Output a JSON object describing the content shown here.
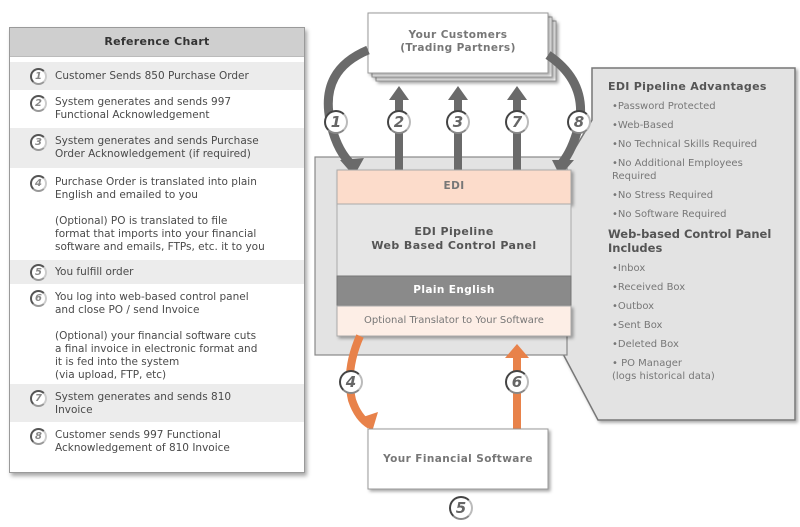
{
  "reference_chart": {
    "title": "Reference Chart",
    "steps": [
      {
        "num": "1",
        "text": "Customer Sends 850 Purchase Order"
      },
      {
        "num": "2",
        "text": "System generates and sends 997\nFunctional Acknowledgement"
      },
      {
        "num": "3",
        "text": "System generates and sends Purchase\nOrder Acknowledgement (if required)"
      },
      {
        "num": "4",
        "text": "Purchase Order is translated into plain\nEnglish and emailed to you\n\n(Optional) PO is translated to file\nformat that imports into your financial\nsoftware and emails, FTPs, etc. it to you"
      },
      {
        "num": "5",
        "text": "You fulfill order"
      },
      {
        "num": "6",
        "text": "You log into web-based control panel\nand close PO / send Invoice\n\n(Optional) your financial software cuts\na final invoice in electronic format and\nit is fed into the system\n(via upload, FTP, etc)"
      },
      {
        "num": "7",
        "text": "System generates and sends 810\nInvoice"
      },
      {
        "num": "8",
        "text": "Customer sends 997 Functional\nAcknowledgement of 810 Invoice"
      }
    ]
  },
  "diagram": {
    "customers_box": "Your Customers\n(Trading Partners)",
    "edi_layer": "EDI",
    "pipeline_panel": "EDI Pipeline\nWeb Based Control Panel",
    "plain_english_layer": "Plain English",
    "translator_layer": "Optional Translator to Your Software",
    "financial_box": "Your Financial Software",
    "arrow_labels": {
      "a1": "1",
      "a2": "2",
      "a3": "3",
      "a7": "7",
      "a8": "8",
      "a4": "4",
      "a6": "6",
      "a5": "5"
    }
  },
  "advantages": {
    "title": "EDI Pipeline Advantages",
    "items": [
      "•Password Protected",
      "•Web-Based",
      "•No Technical Skills Required",
      "•No Additional Employees\n  Required",
      "•No Stress Required",
      "•No Software Required"
    ],
    "control_panel_title": "Web-based Control Panel\nIncludes",
    "control_panel_items": [
      "•Inbox",
      "•Received Box",
      "•Outbox",
      "•Sent Box",
      "•Deleted Box",
      "• PO Manager\n   (logs historical data)"
    ]
  },
  "colors": {
    "edi_layer": "#fcdccb",
    "translator_layer": "#fdeee6",
    "plain_english_layer": "#8a8a8a",
    "orange_arrow": "#e8824a",
    "gray_arrow": "#6a6a6a",
    "panel_gray": "#e3e3e3"
  }
}
